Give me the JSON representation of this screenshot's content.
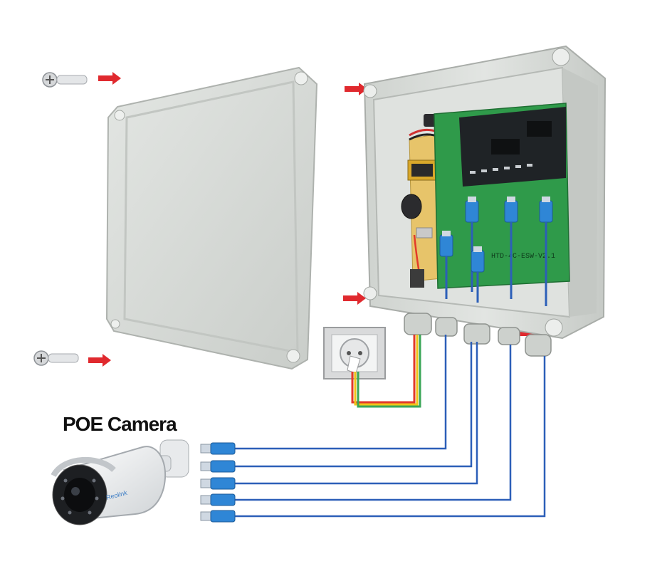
{
  "labels": {
    "camera_title": "POE Camera",
    "board_marking": "HTD-4C-ESW-V2.1",
    "camera_brand": "Reolink"
  },
  "colors": {
    "enclosure": "#d9dcd9",
    "enclosure_edge": "#b9bdb9",
    "pcb": "#2f9a4a",
    "cable_blue": "#2c5fb8",
    "connector_blue": "#2f86d6",
    "arrow_red": "#e0292e",
    "power_red": "#e23a2a",
    "power_yellow": "#f0c419",
    "power_green": "#3aa657"
  },
  "icons": {
    "screw_top": "screw-icon",
    "screw_bottom": "screw-icon",
    "power_socket": "power-socket-icon",
    "ethernet_plug": "rj45-plug-icon",
    "camera": "bullet-camera-icon"
  }
}
